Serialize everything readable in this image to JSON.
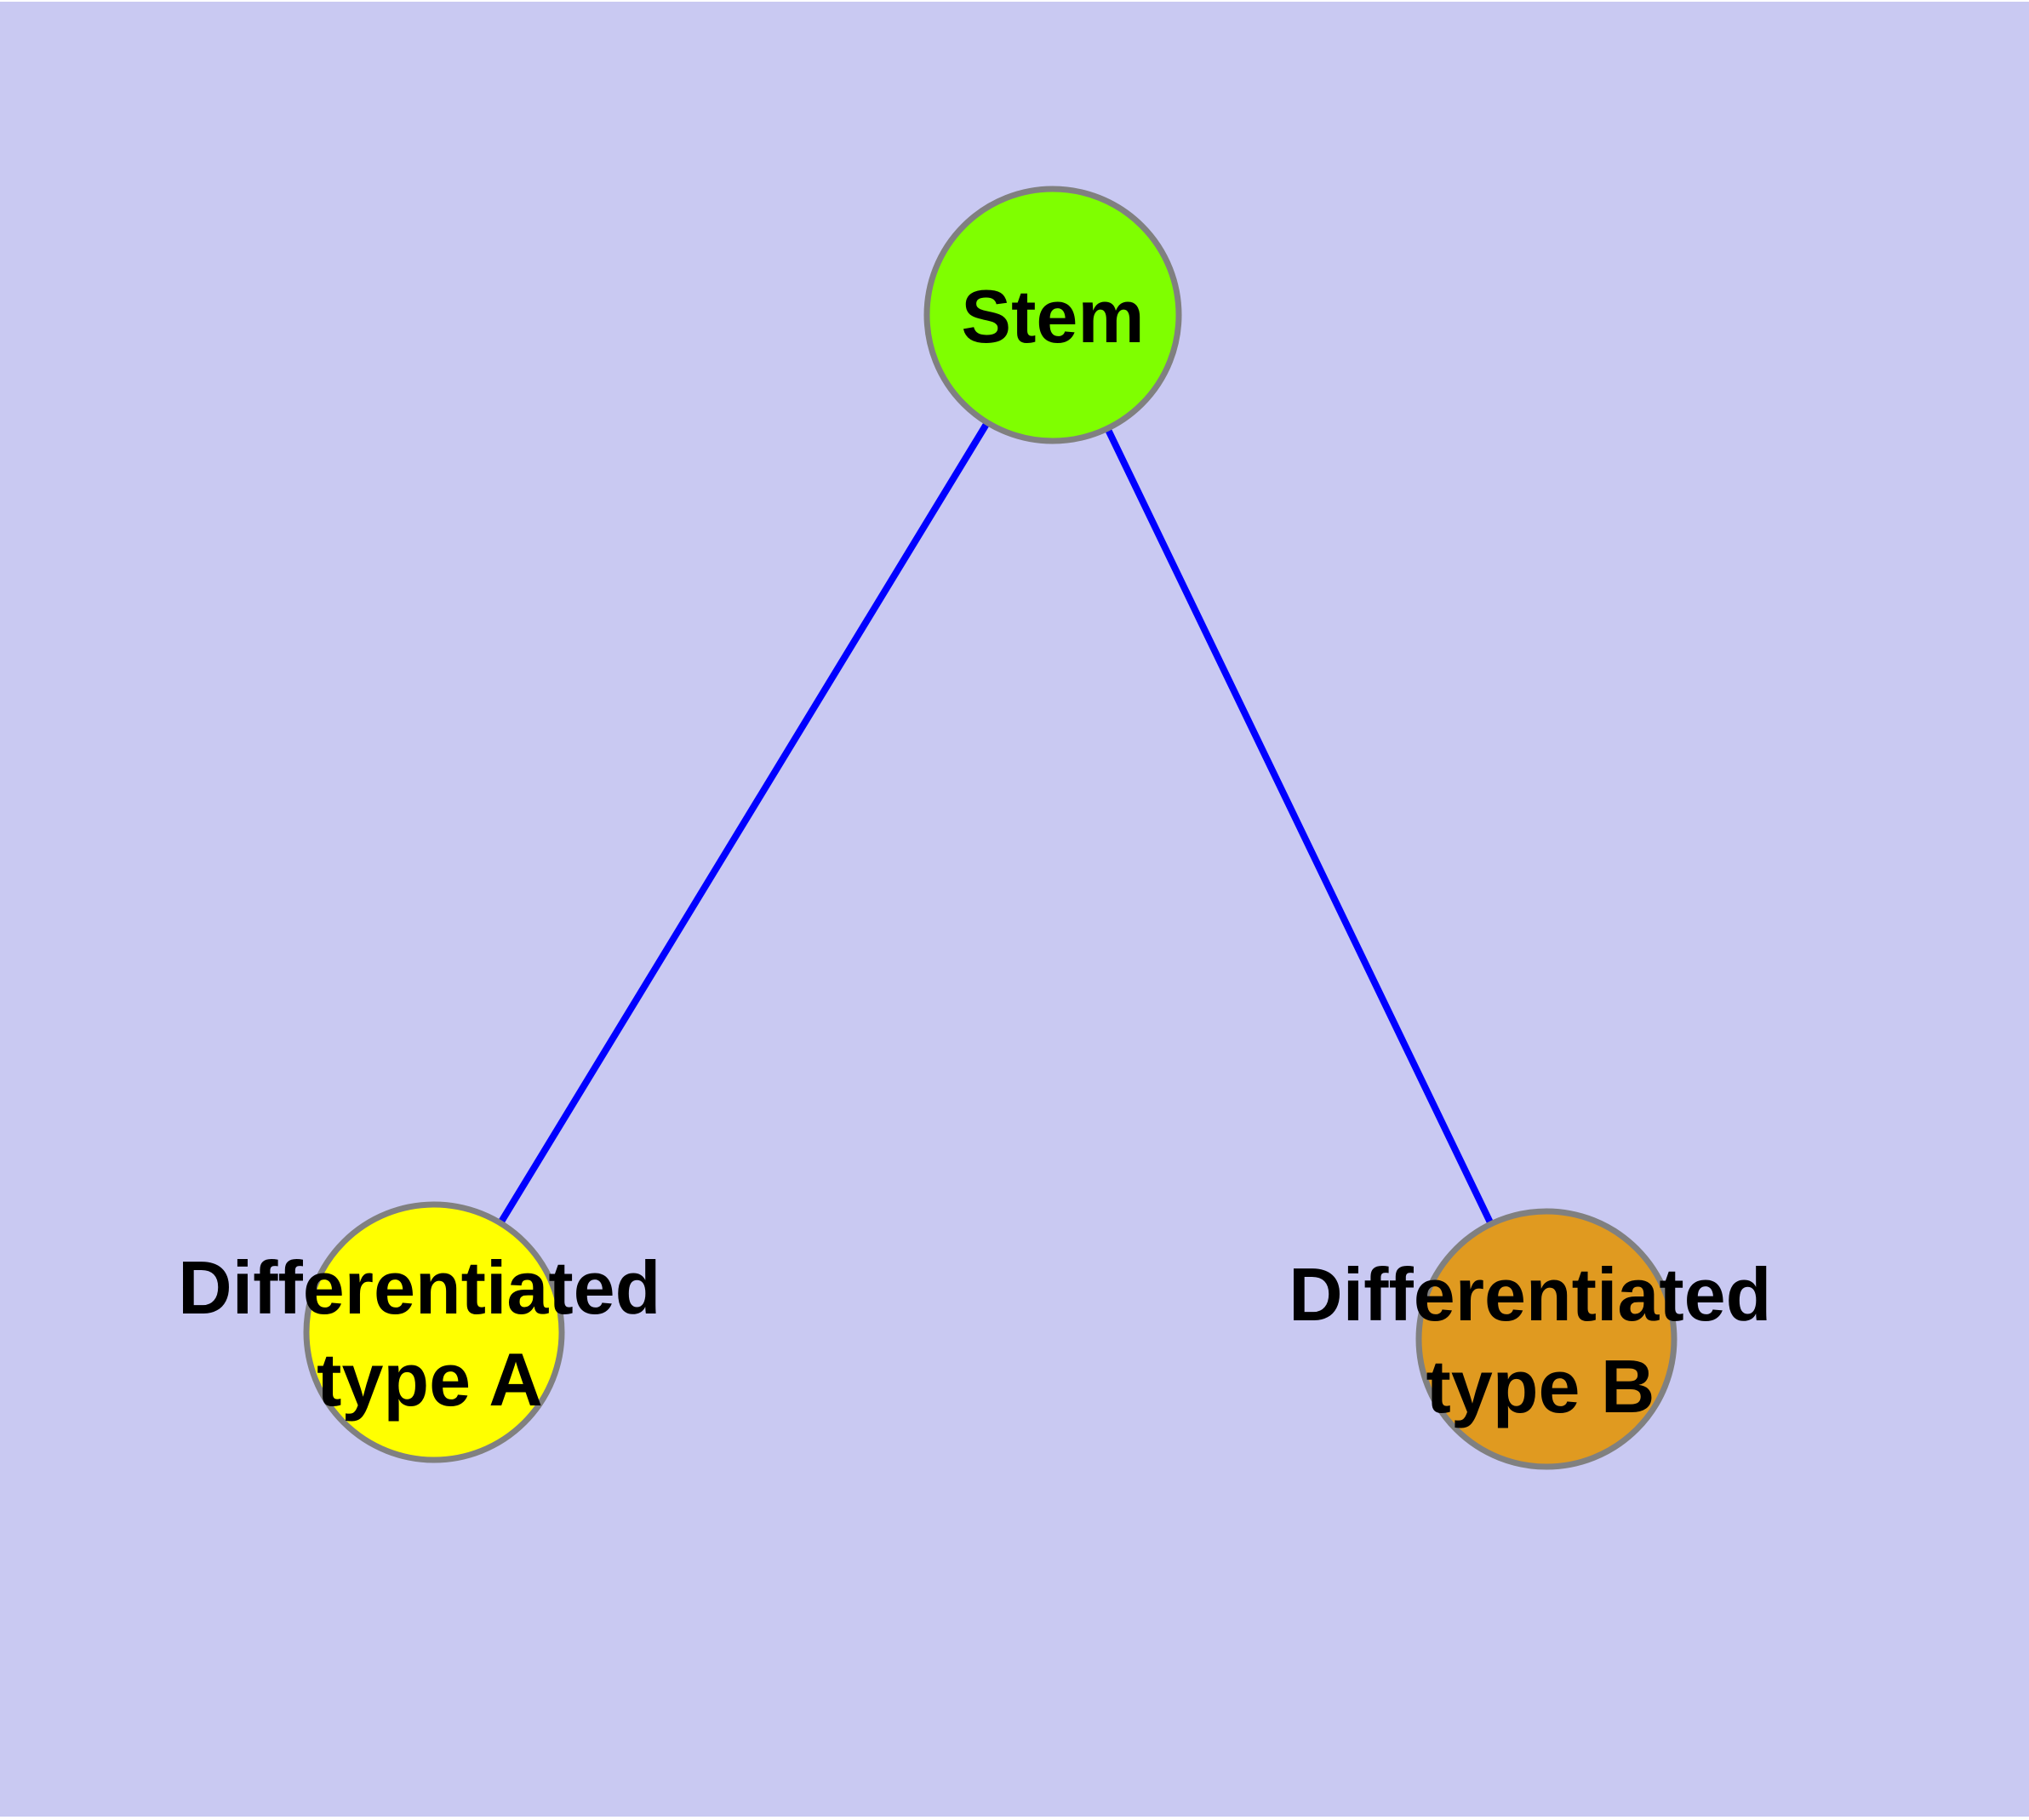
{
  "diagram": {
    "type": "graph",
    "background_color": "#C9C9F2",
    "edge_color": "#0000FF",
    "node_border_color": "#808080",
    "text_color": "#000000",
    "nodes": {
      "stem": {
        "label": "Stem",
        "fill": "#7FFF00"
      },
      "type_a": {
        "label": "Differentiated type A",
        "label_line1": "Differentiated",
        "label_line2": "type A",
        "fill": "#FFFF00"
      },
      "type_b": {
        "label": "Differentiated type B",
        "label_line1": "Differentiated",
        "label_line2": "type B",
        "fill": "#E09A20"
      }
    },
    "edges": [
      {
        "from": "Stem",
        "to": "Differentiated type A"
      },
      {
        "from": "Stem",
        "to": "Differentiated type B"
      }
    ]
  }
}
